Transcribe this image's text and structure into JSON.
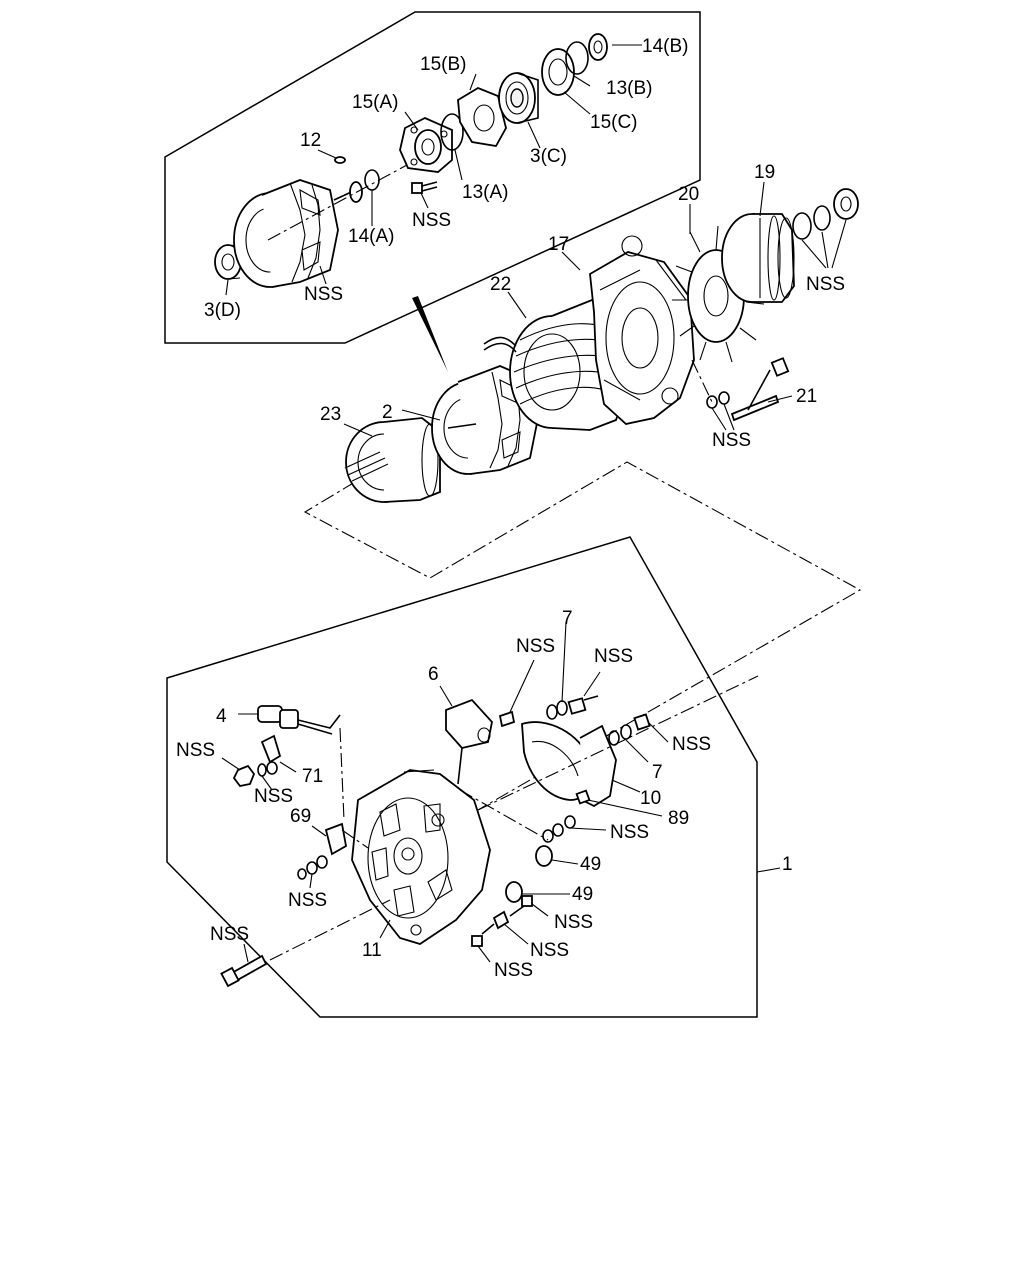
{
  "labels": {
    "l14b": "14(B)",
    "l15b": "15(B)",
    "l13b": "13(B)",
    "l15a": "15(A)",
    "l15c": "15(C)",
    "l12": "12",
    "l3c": "3(C)",
    "l13a": "13(A)",
    "l14a": "14(A)",
    "lnss_top1": "NSS",
    "lnss_top2": "NSS",
    "l3d": "3(D)",
    "l20": "20",
    "l19": "19",
    "l17": "17",
    "l22": "22",
    "lnss_right": "NSS",
    "l2": "2",
    "l21": "21",
    "l23": "23",
    "lnss_mid": "NSS",
    "lnss_b1": "NSS",
    "l7a": "7",
    "lnss_b2": "NSS",
    "l6": "6",
    "l4": "4",
    "lnss_b3": "NSS",
    "lnss_b4": "NSS",
    "l71": "71",
    "l7b": "7",
    "lnss_b5": "NSS",
    "l10": "10",
    "l69": "69",
    "l89": "89",
    "lnss_b6": "NSS",
    "l49a": "49",
    "l1": "1",
    "lnss_b7": "NSS",
    "l49b": "49",
    "lnss_b8": "NSS",
    "lnss_b9": "NSS",
    "l11": "11",
    "lnss_b10": "NSS",
    "lnss_b11": "NSS"
  }
}
